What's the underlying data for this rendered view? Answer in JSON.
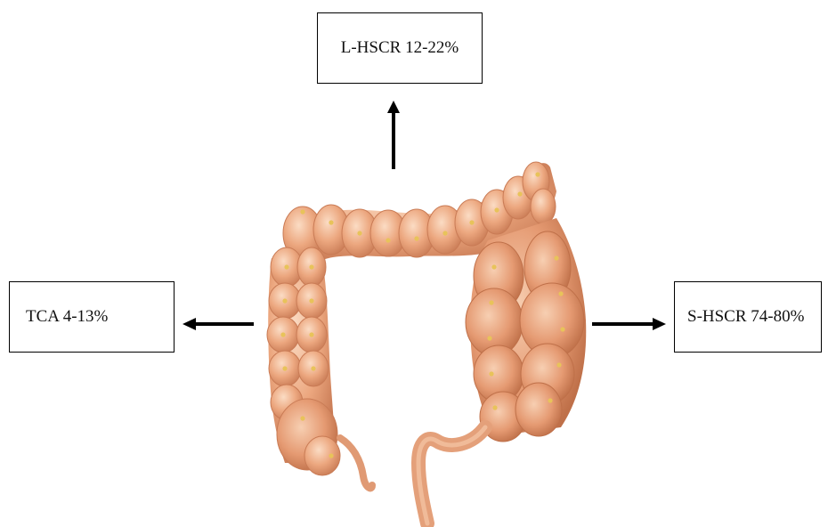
{
  "labels": {
    "top": "L-HSCR 12-22%",
    "left": "TCA 4-13%",
    "right": "S-HSCR 74-80%"
  },
  "colors": {
    "colon_base": "#eca77f",
    "colon_light": "#f7cfb2",
    "colon_shadow": "#c97b55",
    "taenia_dots": "#e8c35a",
    "arrow": "#000000"
  },
  "icons": {
    "colon": "large-intestine-illustration",
    "arrows": "arrow-icon"
  }
}
